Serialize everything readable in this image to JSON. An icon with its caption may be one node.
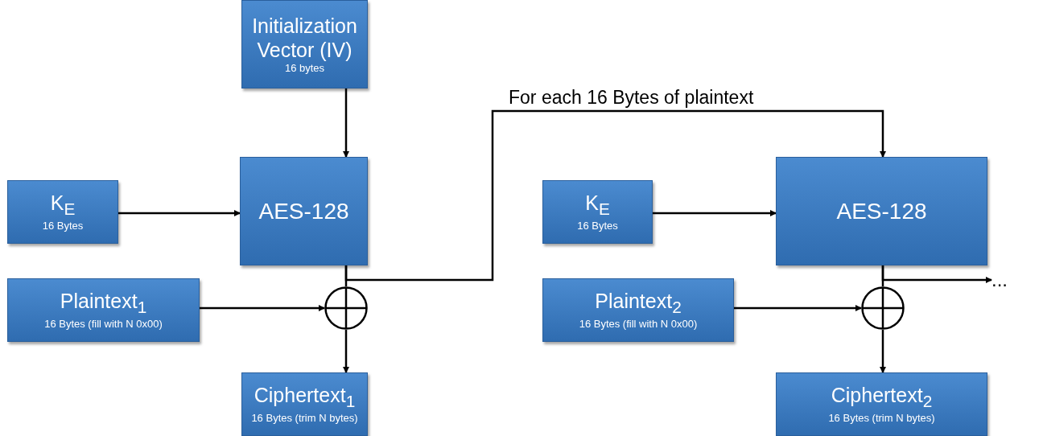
{
  "diagram": {
    "nodes": [
      {
        "text": [
          "Initialization Vector (IV)",
          "16 bytes"
        ]
      },
      {
        "text": [
          "K$_{E}$",
          "16 Bytes"
        ]
      },
      {
        "text": [
          "AES-128"
        ]
      },
      {
        "text": [
          "Plaintext$_{1}$",
          "16 Bytes (fill with N 0x00)"
        ]
      },
      {
        "text": [],
        "shape": "circle"
      },
      {
        "text": [
          "Ciphertext$_{1}$",
          "16 Bytes (trim N bytes)"
        ]
      },
      {
        "text": [
          "K$_{E}$",
          "16 Bytes"
        ]
      },
      {
        "text": [
          "AES-128"
        ]
      },
      {
        "text": [
          "Plaintext$_{2}$",
          "16 Bytes (fill with N 0x00)"
        ]
      },
      {
        "text": [],
        "shape": "circle"
      },
      {
        "text": [
          "Ciphertext$_{2}$",
          "16 Bytes (trim N bytes)"
        ]
      },
      {
        "text": [
          "..."
        ]
      }
    ],
    "edges": [
      {
        "from": 0,
        "to": 2,
        "arrow": "to"
      },
      {
        "from": 1,
        "to": 2,
        "arrow": "to"
      },
      {
        "from": 2,
        "to": 4,
        "arrow": "none"
      },
      {
        "from": 2,
        "to": 7,
        "arrow": "to",
        "label": "For each 16 Bytes of plaintext"
      },
      {
        "from": 3,
        "to": 4,
        "arrow": "to"
      },
      {
        "from": 4,
        "to": 5,
        "arrow": "to"
      },
      {
        "from": 6,
        "to": 7,
        "arrow": "to"
      },
      {
        "from": 7,
        "to": 9,
        "arrow": "none"
      },
      {
        "from": 8,
        "to": 9,
        "arrow": "to"
      },
      {
        "from": 9,
        "to": 10,
        "arrow": "to"
      },
      {
        "from": 7,
        "to": 11,
        "arrow": "to"
      }
    ]
  }
}
